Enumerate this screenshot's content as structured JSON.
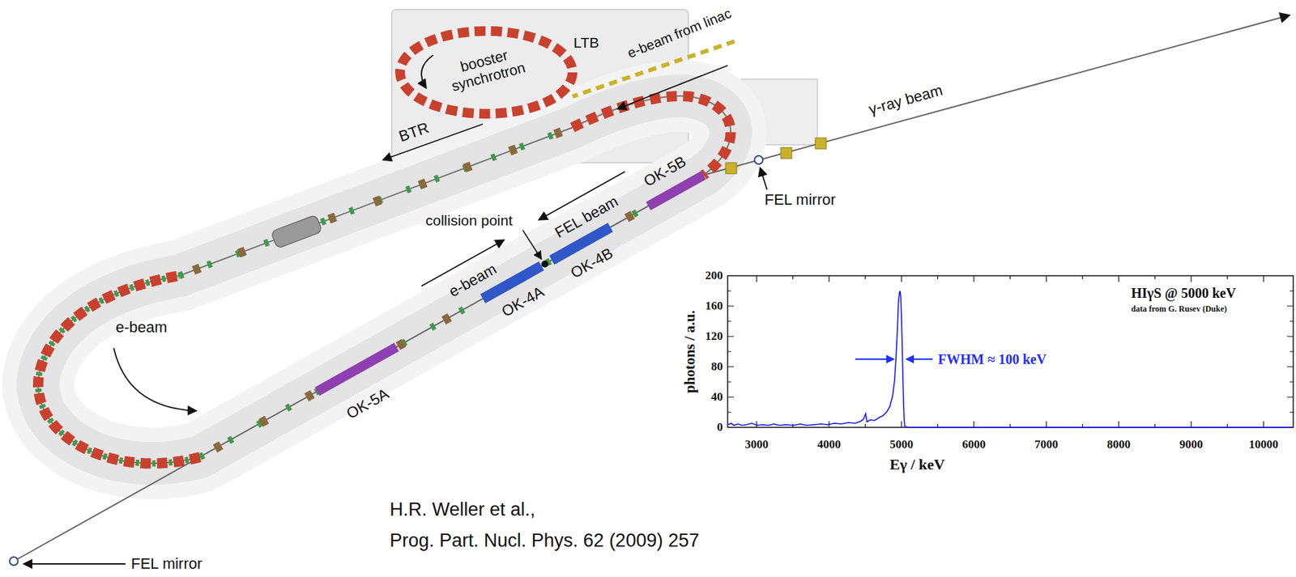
{
  "diagram": {
    "labels": [
      "booster synchrotron",
      "LTB",
      "e-beam from linac",
      "BTR",
      "γ-ray beam",
      "FEL mirror",
      "collision point",
      "FEL beam",
      "e-beam",
      "OK-5B",
      "OK-4A",
      "OK-4B",
      "OK-5A",
      "e-beam",
      "FEL mirror",
      "H.R. Weller et al.,",
      "Prog. Part. Nucl. Phys. 62 (2009) 257",
      "photons / a.u.",
      "0",
      "40",
      "80",
      "120",
      "160",
      "200",
      "3000",
      "4000",
      "5000",
      "6000",
      "7000",
      "8000",
      "9000",
      "10000",
      "Eγ / keV",
      "FWHM ≈ 100 keV",
      "HIγS @ 5000 keV",
      "data from G. Rusev (Duke)"
    ]
  }
}
